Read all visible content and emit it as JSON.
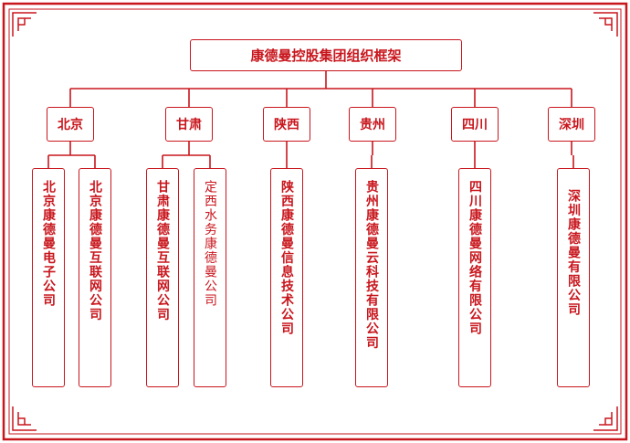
{
  "title": "康德曼控股集团组织框架",
  "colors": {
    "accent": "#c8161d",
    "background": "#ffffff"
  },
  "regions": [
    {
      "name": "北京",
      "companies": [
        "北京康德曼电子公司",
        "北京康德曼互联网公司"
      ]
    },
    {
      "name": "甘肃",
      "companies": [
        "甘肃康德曼互联网公司",
        "定西水务康德曼公司"
      ]
    },
    {
      "name": "陕西",
      "companies": [
        "陕西康德曼信息技术公司"
      ]
    },
    {
      "name": "贵州",
      "companies": [
        "贵州康德曼云科技有限公司"
      ]
    },
    {
      "name": "四川",
      "companies": [
        "四川康德曼网络有限公司"
      ]
    },
    {
      "name": "深圳",
      "companies": [
        "深圳康德曼有限公司"
      ]
    }
  ]
}
